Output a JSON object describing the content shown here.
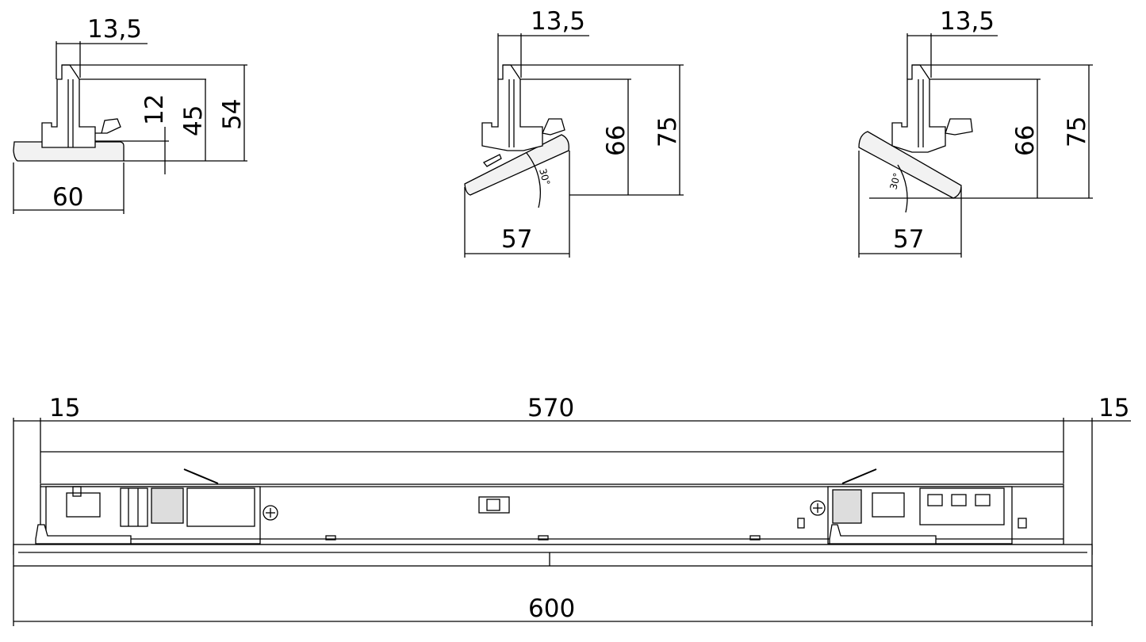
{
  "views": {
    "flat": {
      "width": "60",
      "offset": "13,5",
      "h1": "12",
      "h2": "45",
      "h3": "54"
    },
    "tilt_right": {
      "width": "57",
      "offset": "13,5",
      "h1": "66",
      "h2": "75",
      "angle": "30°"
    },
    "tilt_left": {
      "width": "57",
      "offset": "13,5",
      "h1": "66",
      "h2": "75",
      "angle": "30°"
    }
  },
  "front": {
    "total": "600",
    "inner": "570",
    "margin_left": "15",
    "margin_right": "15"
  },
  "colors": {
    "line": "#000000",
    "fill": "#ffffff",
    "part_fill": "#f2f2f2",
    "label_fill": "#dddddd"
  }
}
